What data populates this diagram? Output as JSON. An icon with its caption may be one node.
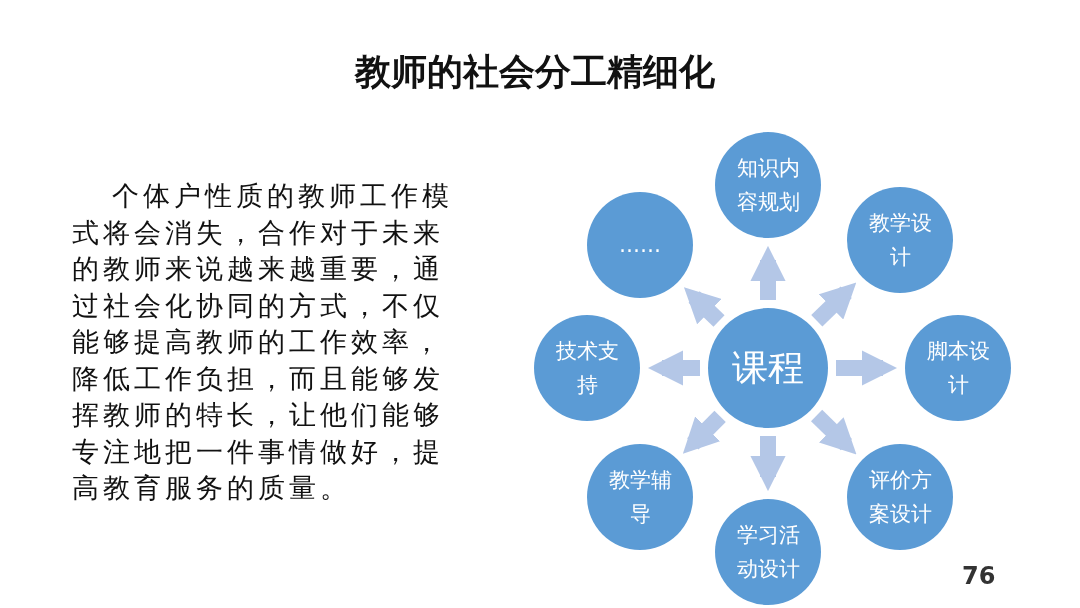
{
  "diagram": {
    "title": "教师的社会分工精细化",
    "nodes": [
      {
        "text": [
          "课程"
        ]
      },
      {
        "text": [
          "知识内容规划"
        ]
      },
      {
        "text": [
          "……"
        ]
      },
      {
        "text": [
          "教学设计"
        ]
      },
      {
        "text": [
          "技术支持"
        ]
      },
      {
        "text": [
          "脚本设计"
        ]
      },
      {
        "text": [
          "教学辅导"
        ]
      },
      {
        "text": [
          "评价方案设计"
        ]
      },
      {
        "text": [
          "学习活动设计"
        ]
      }
    ],
    "edges": [
      {
        "from": 0,
        "to": 1,
        "arrow": "to"
      },
      {
        "from": 0,
        "to": 2,
        "arrow": "to"
      },
      {
        "from": 0,
        "to": 3,
        "arrow": "to"
      },
      {
        "from": 0,
        "to": 4,
        "arrow": "to"
      },
      {
        "from": 0,
        "to": 5,
        "arrow": "to"
      },
      {
        "from": 0,
        "to": 6,
        "arrow": "to"
      },
      {
        "from": 0,
        "to": 7,
        "arrow": "to"
      },
      {
        "from": 0,
        "to": 8,
        "arrow": "to"
      }
    ],
    "labels": [
      "个体户性质的教师工作模式将会消失，合作对于未来的教师来说越来越重要，通过社会化协同的方式，不仅能够提高教师的工作效率，降低工作负担，而且能够发挥教师的特长，让他们能够专注地把一件事情做好，提高教育服务的质量。",
      "76"
    ]
  }
}
